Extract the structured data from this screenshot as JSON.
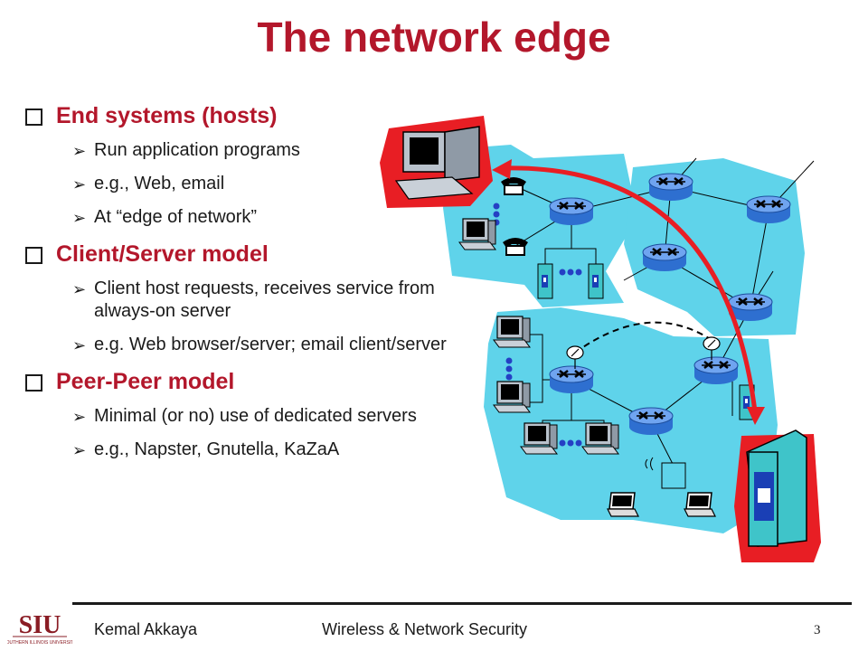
{
  "slide": {
    "title": "The network edge",
    "sections": [
      {
        "heading": "End systems (hosts)",
        "items": [
          "Run application programs",
          "e.g., Web, email",
          "At “edge of network”"
        ]
      },
      {
        "heading": "Client/Server model",
        "items": [
          "Client host requests, receives service from always-on server",
          "e.g. Web browser/server; email client/server"
        ]
      },
      {
        "heading": "Peer-Peer model",
        "items": [
          "Minimal (or no) use of dedicated servers",
          "e.g., Napster, Gnutella, KaZaA"
        ]
      }
    ]
  },
  "footer": {
    "author": "Kemal Akkaya",
    "course": "Wireless & Network Security",
    "page": "3",
    "logo_text": "SIU",
    "logo_subtext": "SOUTHERN ILLINOIS UNIVERSITY"
  },
  "colors": {
    "title": "#b3172b",
    "network_cloud": "#5fd3ea",
    "highlight": "#e81e24",
    "router": "#2e6fd0",
    "server": "#3fc4c9"
  },
  "icons": [
    "checkbox-bullet-icon",
    "arrow-bullet-icon",
    "router-icon",
    "desktop-computer-icon",
    "telephone-icon",
    "server-tower-icon",
    "laptop-icon",
    "satellite-dish-icon"
  ]
}
